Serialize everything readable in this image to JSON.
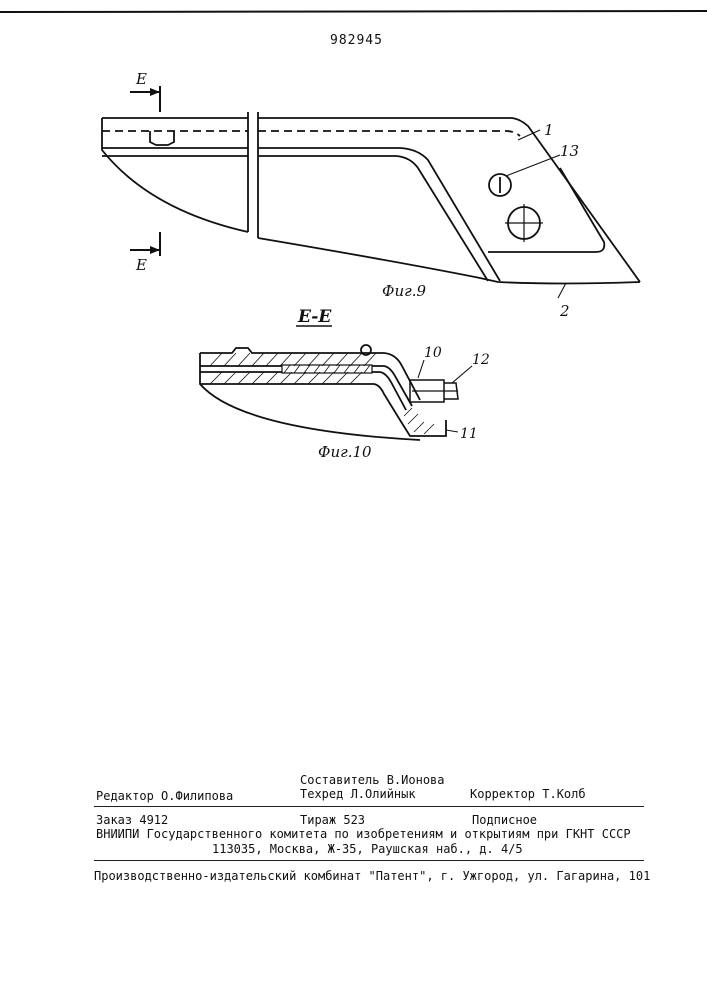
{
  "patent_number": "982945",
  "fig9": {
    "section_mark": "E",
    "section_mark_bottom": "E",
    "caption": "Фиг.9",
    "callouts": [
      "1",
      "13",
      "2"
    ]
  },
  "fig10": {
    "section_title": "E-E",
    "caption": "Фиг.10",
    "callouts": [
      "10",
      "12",
      "11"
    ]
  },
  "imprint": {
    "compiler": "Составитель В.Ионова",
    "editor": "Редактор О.Филипова",
    "techred": "Техред Л.Олийнык",
    "corrector": "Корректор Т.Колб",
    "order": "Заказ 4912",
    "print_run": "Тираж 523",
    "subscription": "Подписное",
    "org_line": "ВНИИПИ Государственного комитета по изобретениям и открытиям при ГКНТ СССР",
    "address_line": "113035, Москва, Ж-35, Раушская наб., д. 4/5",
    "printer_line": "Производственно-издательский комбинат \"Патент\", г. Ужгород, ул. Гагарина, 101"
  }
}
